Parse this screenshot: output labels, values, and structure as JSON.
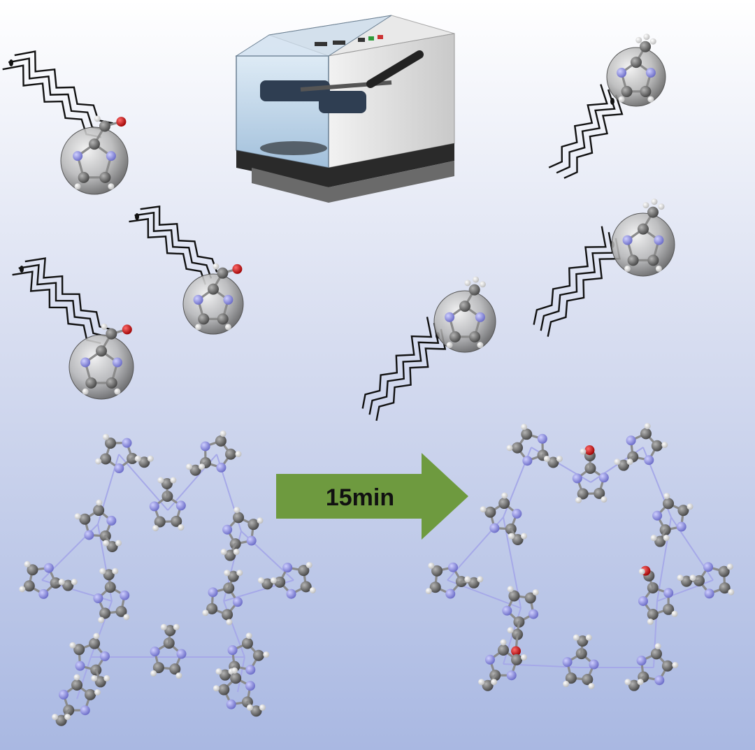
{
  "arrow": {
    "label": "15min",
    "color": "#6e9a3f"
  },
  "colors": {
    "background_top": "#ffffff",
    "background_bottom": "#a9b8e2",
    "carbon": "#6f6f6f",
    "nitrogen": "#8d8ee0",
    "oxygen": "#c41414",
    "hydrogen": "#ffffff",
    "bond": "#a6a9e8",
    "ball": "#bdbdbd"
  },
  "icons": [
    "ball-mill-icon",
    "impact-burst-icon",
    "milling-ball-icon",
    "imidazole-molecule-icon",
    "framework-structure-icon",
    "process-arrow-icon"
  ],
  "left_balls_ligand": "imidazole-2-carboxaldehyde",
  "right_balls_ligand": "2-methylimidazole",
  "reaction_time": "15min"
}
